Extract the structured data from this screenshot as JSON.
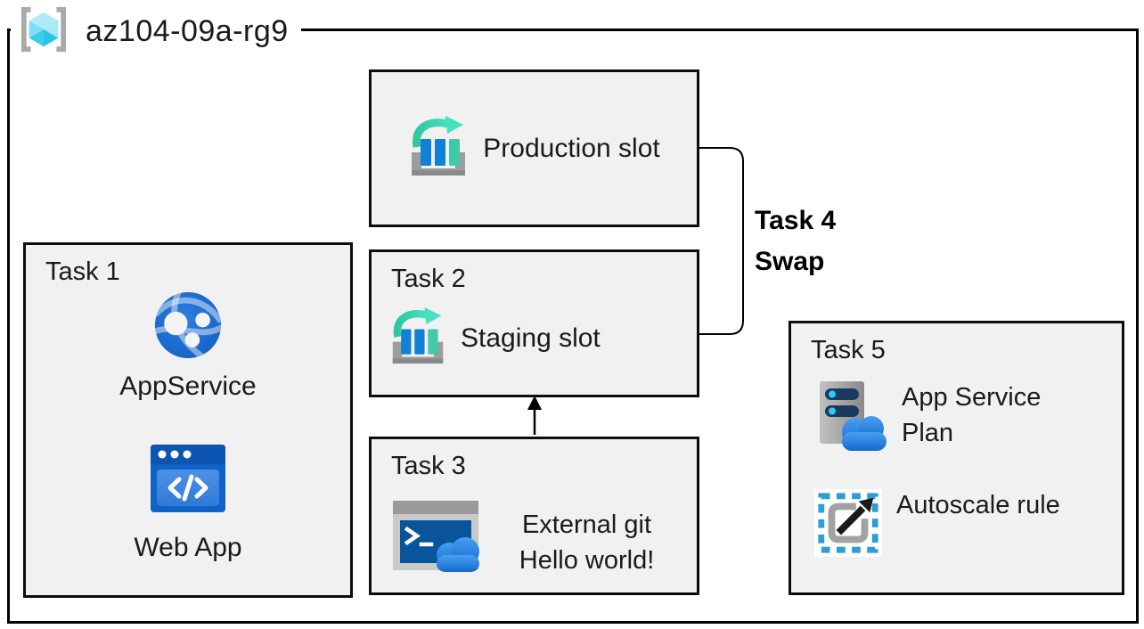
{
  "title": "az104-09a-rg9",
  "colors": {
    "box_fill": "#f1f1f1",
    "border": "#000000",
    "azure_blue": "#1181d6",
    "teal_accent": "#3bd0ab",
    "cyan_cube": "#4fd5f0",
    "cloud_blue": "#2b82e4",
    "navy_bar": "#1b3a5f",
    "gray_hw": "#9d9d9d"
  },
  "icons": {
    "header": "resource-group-icon",
    "production": "deployment-slot-icon",
    "staging": "deployment-slot-icon",
    "task1_item1": "app-service-icon",
    "task1_item2": "web-app-icon",
    "task3": "cloud-shell-icon",
    "task5_item1": "app-service-plan-icon",
    "task5_item2": "autoscale-icon"
  },
  "boxes": {
    "production": {
      "item": "Production slot"
    },
    "task1": {
      "label": "Task 1",
      "items": [
        {
          "name": "AppService"
        },
        {
          "name": "Web App"
        }
      ]
    },
    "task2": {
      "label": "Task 2",
      "item": "Staging slot"
    },
    "task3": {
      "label": "Task 3",
      "line1": "External git",
      "line2": "Hello world!"
    },
    "task4": {
      "label": "Task 4",
      "action": "Swap"
    },
    "task5": {
      "label": "Task 5",
      "items": [
        {
          "name": "App Service Plan"
        },
        {
          "name": "Autoscale rule"
        }
      ]
    }
  }
}
